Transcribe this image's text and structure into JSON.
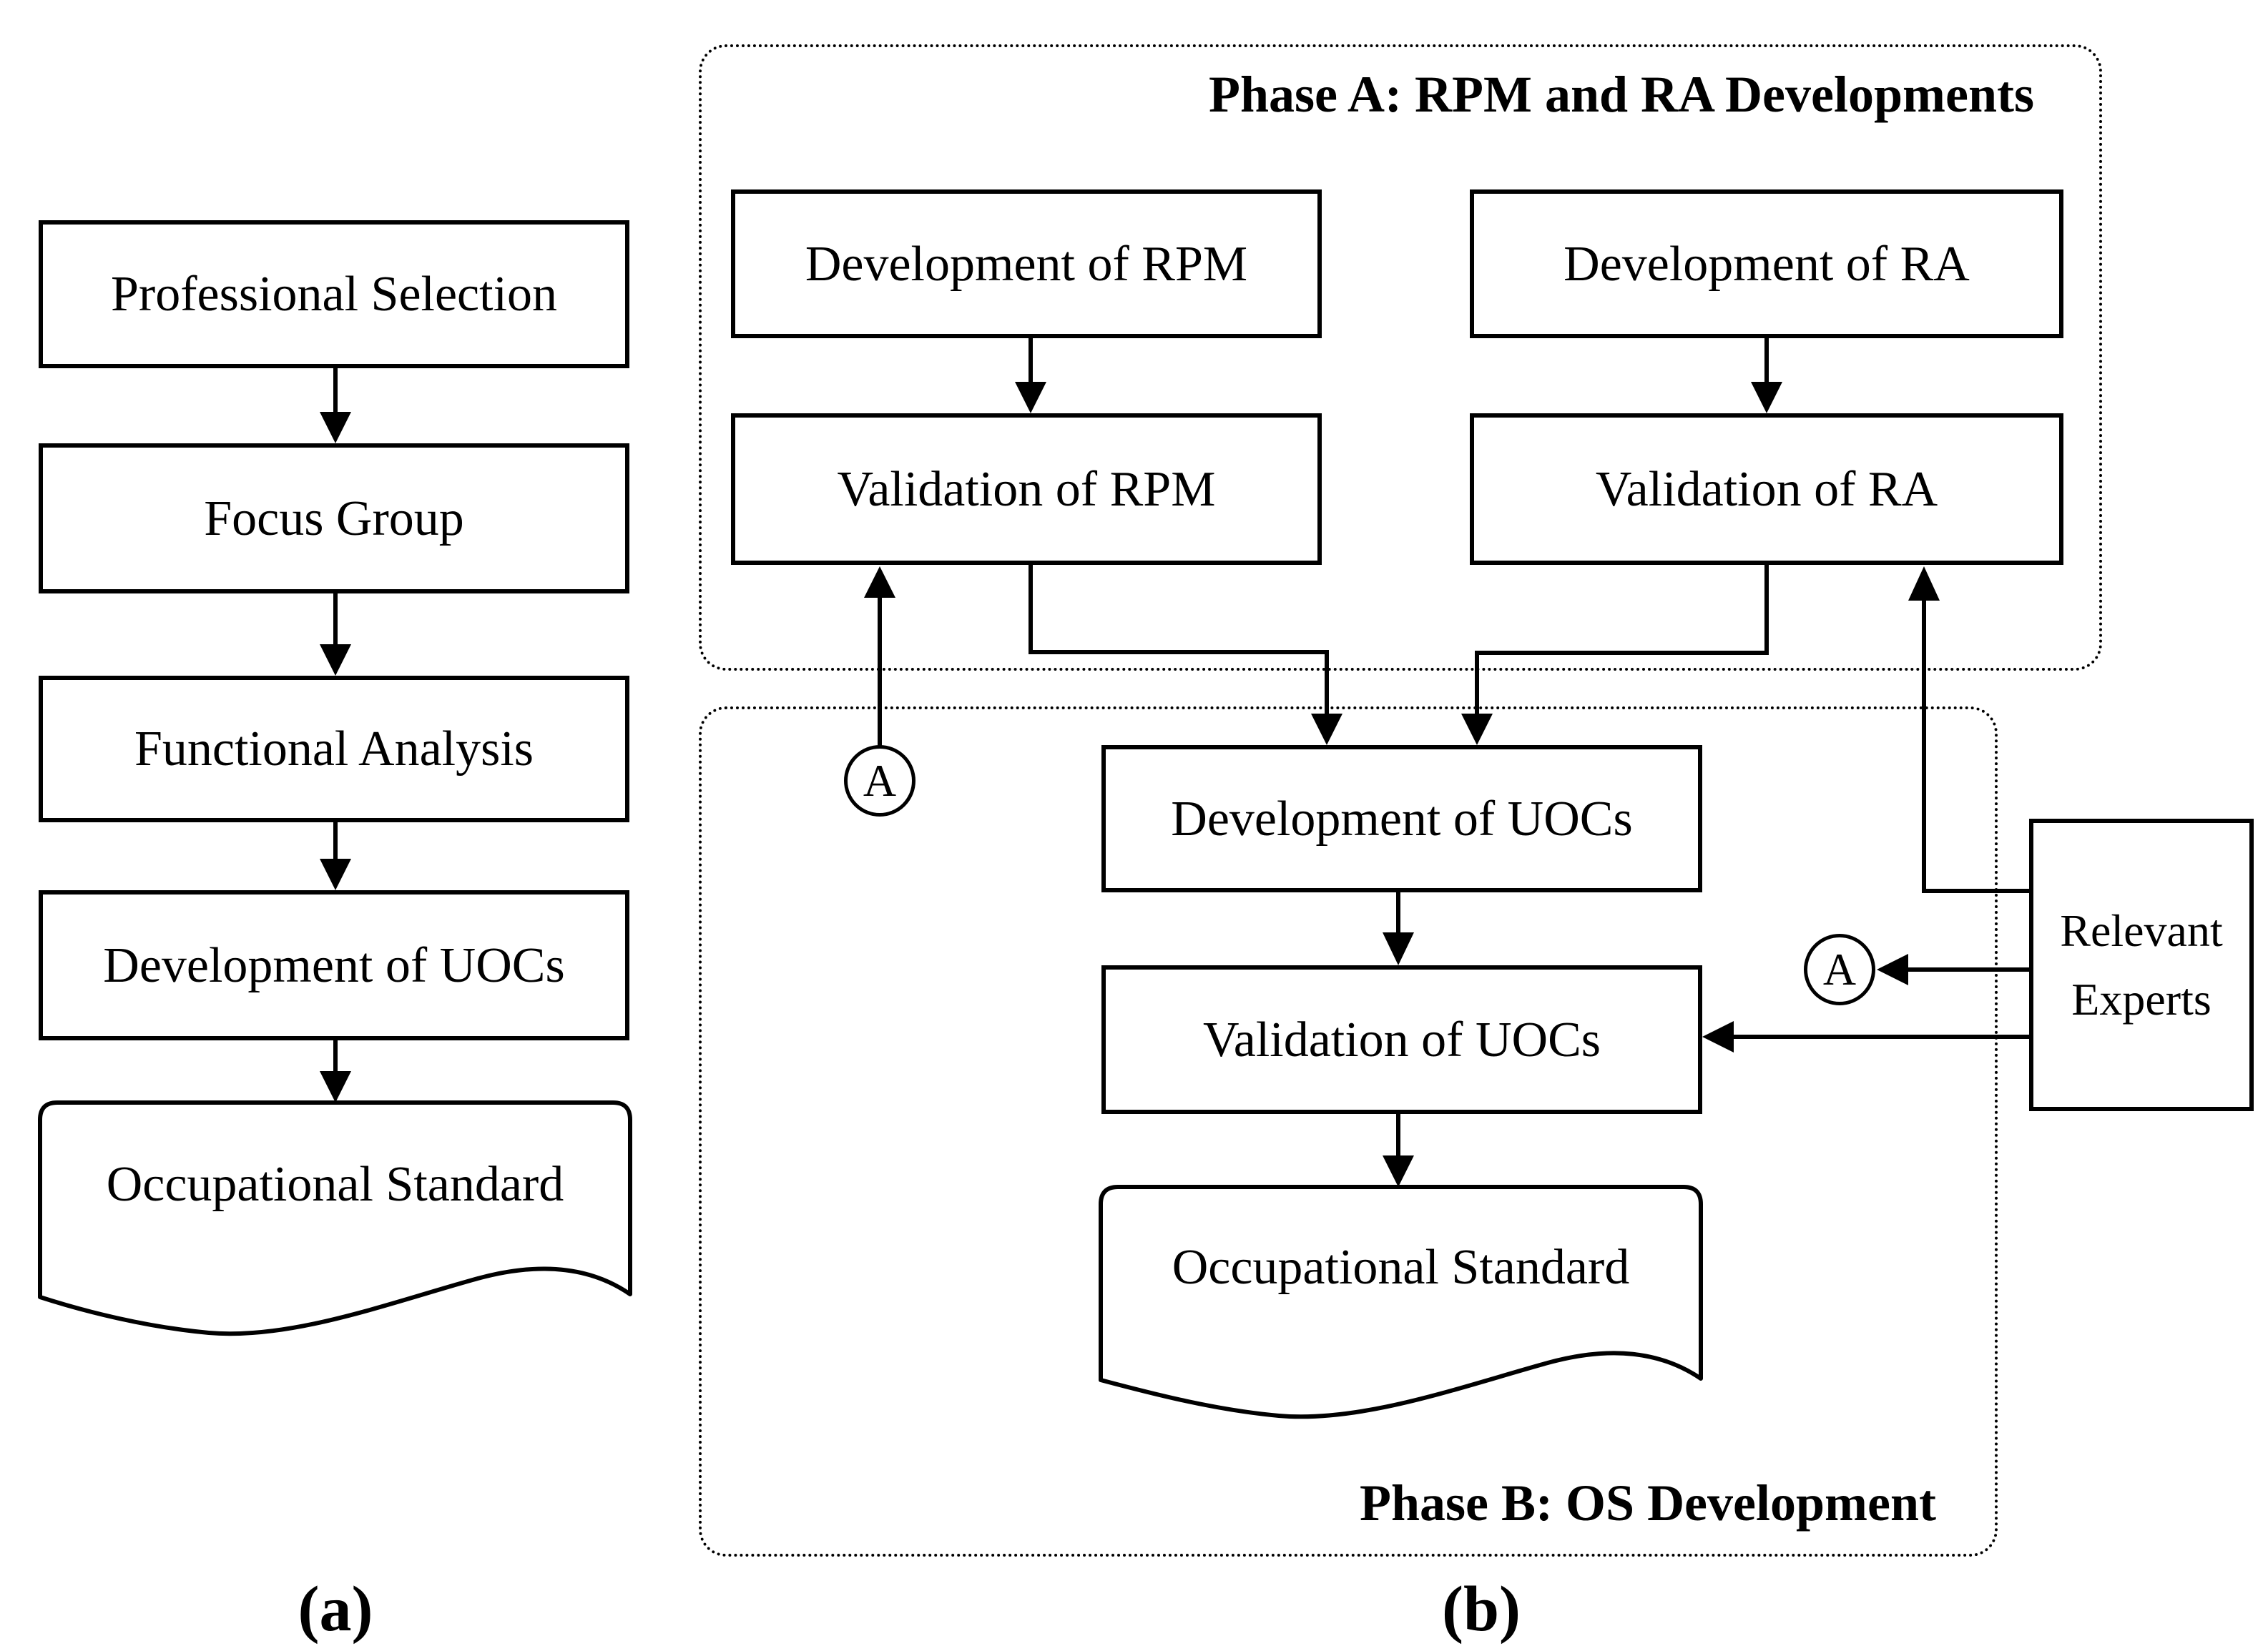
{
  "figure": {
    "background_color": "#ffffff",
    "line_color": "#000000",
    "panel_a": {
      "caption": "(a)",
      "step1": "Professional Selection",
      "step2": "Focus Group",
      "step3": "Functional Analysis",
      "step4": "Development of UOCs",
      "document": "Occupational Standard"
    },
    "panel_b": {
      "caption": "(b)",
      "phase_a_title": "Phase A: RPM and RA Developments",
      "dev_rpm": "Development of RPM",
      "dev_ra": "Development of RA",
      "val_rpm": "Validation of RPM",
      "val_ra": "Validation of RA",
      "phase_b_title": "Phase B: OS Development",
      "dev_uocs": "Development of UOCs",
      "val_uocs": "Validation of UOCs",
      "document": "Occupational Standard",
      "experts": "Relevant Experts",
      "connector_a_left": "A",
      "connector_a_right": "A"
    }
  }
}
